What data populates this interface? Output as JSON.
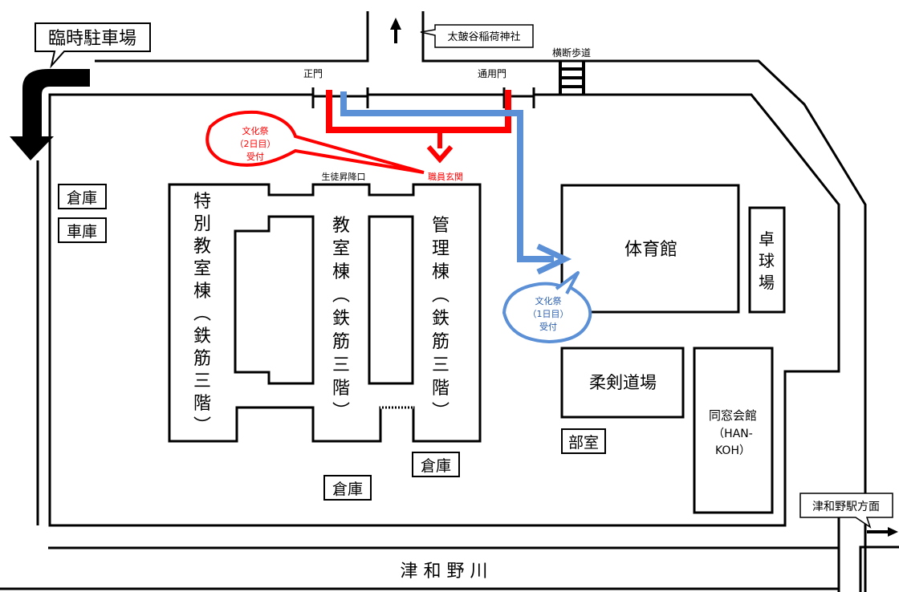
{
  "map": {
    "temporary_parking": "臨時駐車場",
    "shrine": "太皷谷稲荷神社",
    "crosswalk": "横断歩道",
    "main_gate": "正門",
    "service_gate": "通用門",
    "student_entrance": "生徒昇降口",
    "staff_entrance": "職員玄関",
    "festival_day2": {
      "line1": "文化祭",
      "line2": "（2日目）",
      "line3": "受付"
    },
    "festival_day1": {
      "line1": "文化祭",
      "line2": "（1日目）",
      "line3": "受付"
    },
    "special_building": {
      "name": "特別教室棟",
      "note": "（鉄筋三階）"
    },
    "classroom_building": {
      "name": "教室棟",
      "note": "（鉄筋三階）"
    },
    "admin_building": {
      "name": "管理棟",
      "note": "（鉄筋三階）"
    },
    "gym": "体育館",
    "table_tennis": "卓球場",
    "dojo": "柔剣道場",
    "alumni_hall": {
      "line1": "同窓会館",
      "line2": "（HAN-",
      "line3": "KOH）"
    },
    "club_room": "部室",
    "storage": "倉庫",
    "garage": "車庫",
    "station_direction": "津和野駅方面",
    "river": "津 和 野 川"
  },
  "colors": {
    "day2_route": "#ff0000",
    "day1_route": "#5b8fd6",
    "line": "#000000"
  }
}
